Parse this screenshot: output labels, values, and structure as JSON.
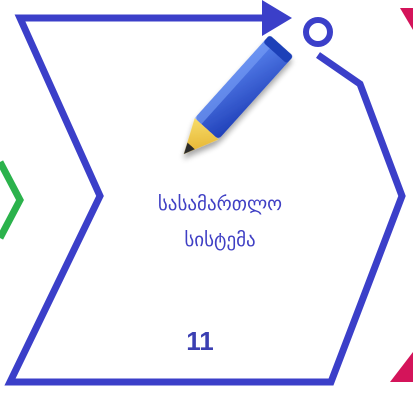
{
  "step": {
    "title_lines": [
      "სასამართლო",
      "სისტემა"
    ],
    "number": "11"
  },
  "icons": {
    "main": "pencil-icon"
  },
  "colors": {
    "chevron_stroke": "#3b3fc9",
    "left_neighbor_stroke": "#2bb24c",
    "right_neighbor_stroke": "#d4145a",
    "pencil_body": "#2f5fe0",
    "pencil_tip": "#f2c230",
    "text": "#3f3fc4"
  }
}
